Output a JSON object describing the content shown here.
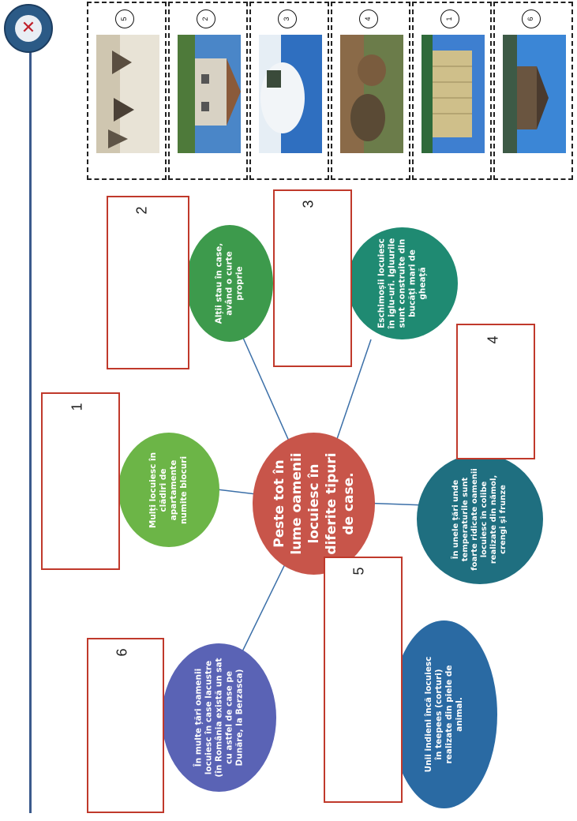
{
  "center": {
    "text": "Peste tot în lume oamenii locuiesc în diferite tipuri de case."
  },
  "circles": [
    {
      "text": "Mulți locuiesc în clădiri de apartamente numite blocuri"
    },
    {
      "text": "Alții stau în case, având o curte proprie"
    },
    {
      "text": "Eschimoșii locuiesc în iglu-uri. Igluurile sunt construite din bucăți mari de gheață"
    },
    {
      "text": "În unele țări unde temperaturile sunt foarte ridicate oamenii locuiesc în colibe realizate din nămol, crengi și frunze"
    },
    {
      "text": "Unii indieni încă locuiesc în teepees (corturi) realizate din piele de animal."
    },
    {
      "text": "În multe țări oamenii locuiesc în case lacustre (în România există un sat cu astfel de case pe Dunăre, la Berzasca)"
    }
  ],
  "boxes": [
    {
      "number": "1"
    },
    {
      "number": "2"
    },
    {
      "number": "3"
    },
    {
      "number": "4"
    },
    {
      "number": "5"
    },
    {
      "number": "6"
    }
  ],
  "photos": [
    {
      "number": "5"
    },
    {
      "number": "2"
    },
    {
      "number": "3"
    },
    {
      "number": "4"
    },
    {
      "number": "1"
    },
    {
      "number": "6"
    }
  ],
  "colors": {
    "center": "#c8554a",
    "green_light": "#6cb547",
    "green": "#3d9a4c",
    "teal": "#1f8a72",
    "teal_dark": "#1f6f80",
    "blue": "#2a6aa3",
    "purple": "#5a63b5",
    "border_red": "#c0392b",
    "line": "#3b5a8c"
  }
}
